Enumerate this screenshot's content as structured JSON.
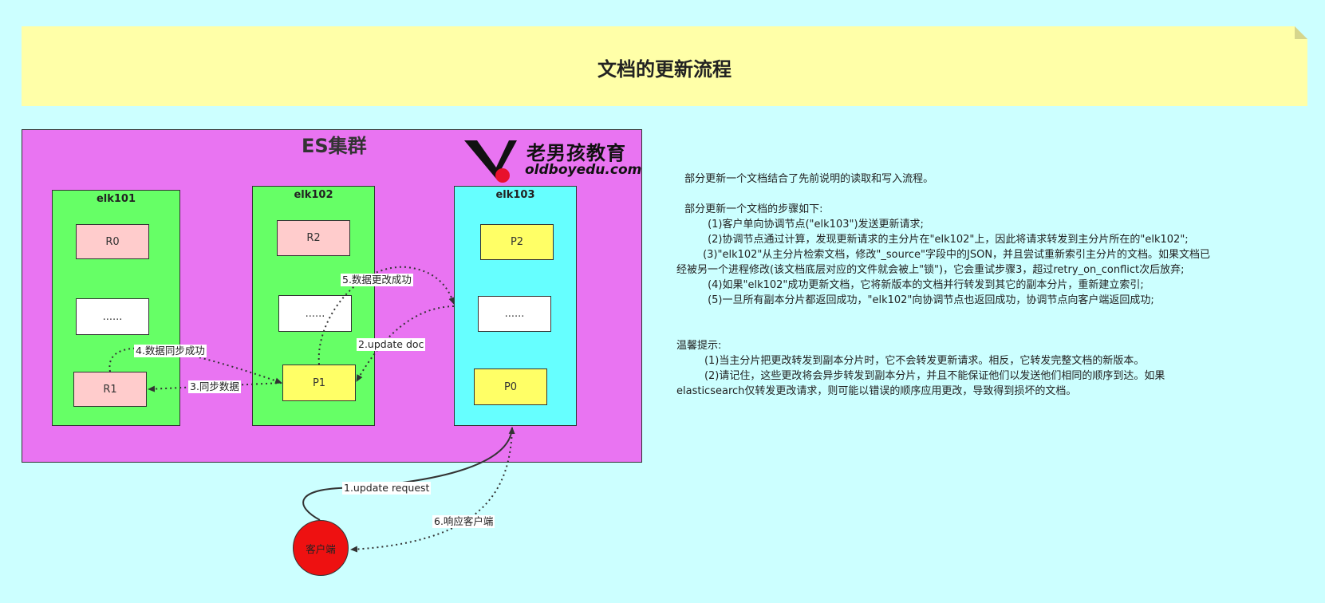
{
  "title": "文档的更新流程",
  "cluster": {
    "title": "ES集群",
    "nodes": [
      {
        "name": "elk101",
        "shards": [
          "R0",
          "......",
          "R1"
        ]
      },
      {
        "name": "elk102",
        "shards": [
          "R2",
          "......",
          "P1"
        ]
      },
      {
        "name": "elk103",
        "shards": [
          "P2",
          "......",
          "P0"
        ]
      }
    ]
  },
  "logo": {
    "cn": "老男孩教育",
    "en": "oldboyedu.com"
  },
  "client": "客户端",
  "edges": {
    "e1": "1.update request",
    "e2": "2.update doc",
    "e3": "3.同步数据",
    "e4": "4.数据同步成功",
    "e5": "5.数据更改成功",
    "e6": "6.响应客户端"
  },
  "colors": {
    "background": "#ccffff",
    "note": "#ffffa8",
    "cluster": "#e974f2",
    "node_green": "#66ff66",
    "node_cyan": "#66ffff",
    "replica": "#ffcccc",
    "primary": "#ffff66",
    "client": "#ee1111"
  },
  "description": {
    "p1": " 部分更新一个文档结合了先前说明的读取和写入流程。",
    "p2": " 部分更新一个文档的步骤如下:",
    "s1": "        (1)客户单向协调节点(\"elk103\")发送更新请求;",
    "s2": "        (2)协调节点通过计算，发现更新请求的主分片在\"elk102\"上，因此将请求转发到主分片所在的\"elk102\";",
    "s3a": "        (3)\"elk102\"从主分片检索文档，修改\"_source\"字段中的JSON，并且尝试重新索引主分片的文档。如果文档已",
    "s3b": "经被另一个进程修改(该文档底层对应的文件就会被上\"锁\")，它会重试步骤3，超过retry_on_conflict次后放弃;",
    "s4": "        (4)如果\"elk102\"成功更新文档，它将新版本的文档并行转发到其它的副本分片，重新建立索引;",
    "s5": "        (5)一旦所有副本分片都返回成功，\"elk102\"向协调节点也返回成功，协调节点向客户端返回成功;",
    "tip": "温馨提示:",
    "t1": "       (1)当主分片把更改转发到副本分片时，它不会转发更新请求。相反，它转发完整文档的新版本。",
    "t2a": "       (2)请记住，这些更改将会异步转发到副本分片，并且不能保证他们以发送他们相同的顺序到达。如果",
    "t2b": "elasticsearch仅转发更改请求，则可能以错误的顺序应用更改，导致得到损坏的文档。"
  }
}
